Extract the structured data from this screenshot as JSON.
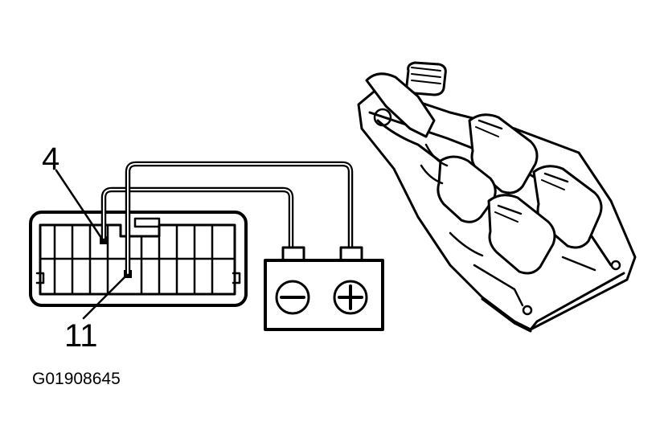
{
  "labels": {
    "pin_a": "4",
    "pin_b": "11",
    "figure_code": "G01908645"
  },
  "battery": {
    "negative_symbol": "minus-icon",
    "positive_symbol": "plus-icon"
  },
  "colors": {
    "ink": "#000000",
    "background": "#ffffff"
  }
}
